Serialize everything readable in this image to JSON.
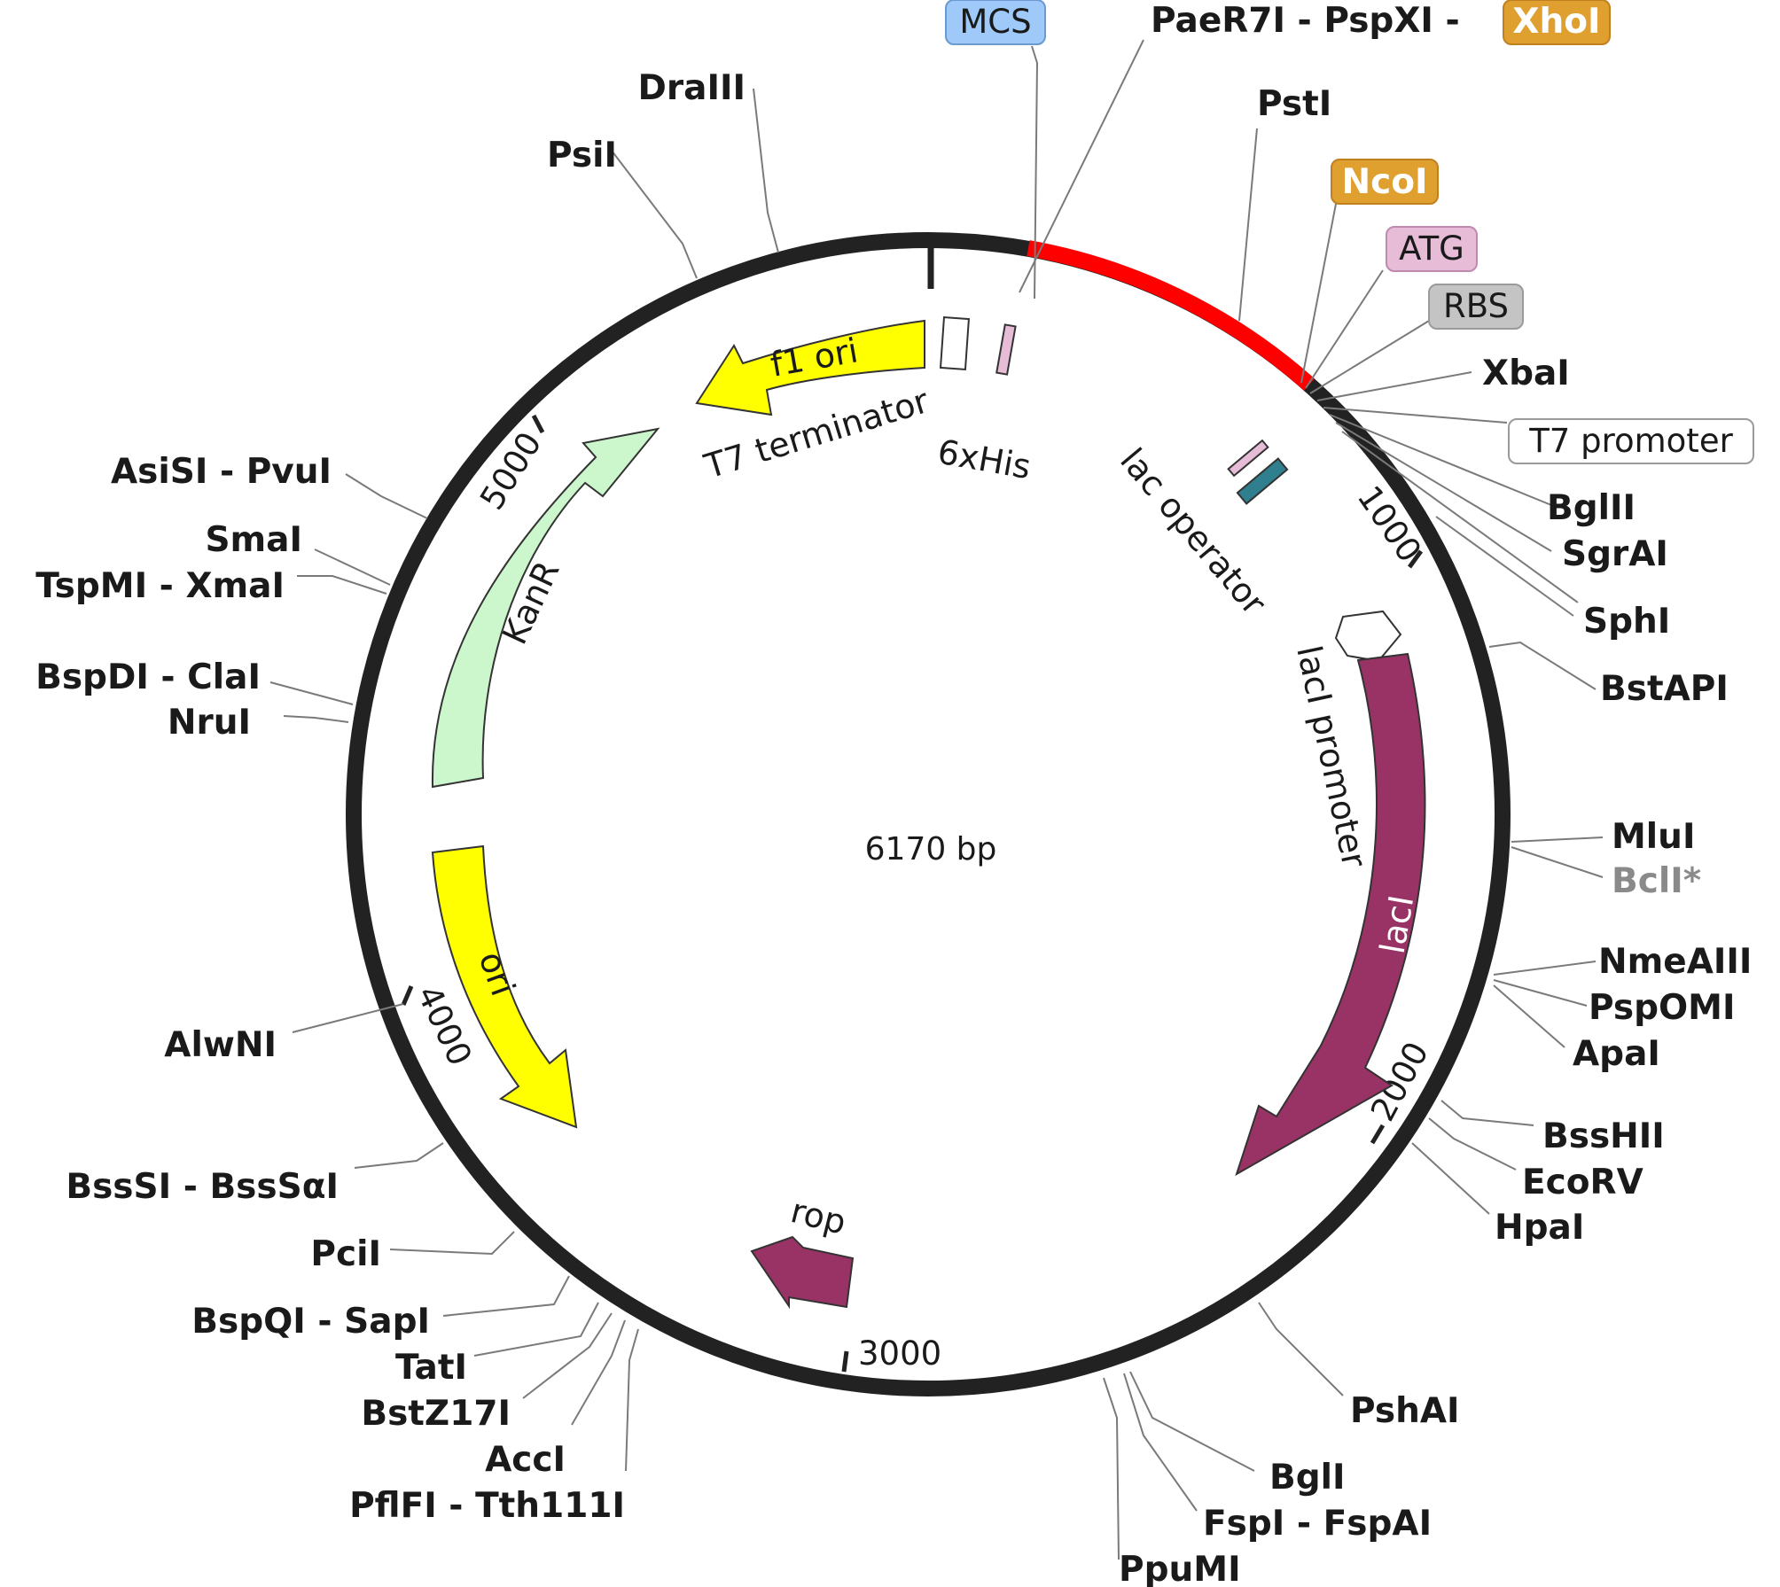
{
  "plasmid": {
    "size_label": "6170 bp",
    "ticks": [
      "1000",
      "2000",
      "3000",
      "4000",
      "5000"
    ]
  },
  "sites": {
    "xbaI": "XbaI",
    "bglII": "BglII",
    "sgrAI": "SgrAI",
    "sphI": "SphI",
    "bstAPI": "BstAPI",
    "mluI": "MluI",
    "bclI": "BclI*",
    "nmeAIII": "NmeAIII",
    "pspOMI": "PspOMI",
    "apaI": "ApaI",
    "bssHII": "BssHII",
    "ecoRV": "EcoRV",
    "hpaI": "HpaI",
    "pshAI": "PshAI",
    "bglI": "BglI",
    "fspI": "FspI - FspAI",
    "ppuMI": "PpuMI",
    "pflFI": "PflFI - Tth111I",
    "accI": "AccI",
    "bstZ17I": "BstZ17I",
    "tatI": "TatI",
    "bspQI": "BspQI - SapI",
    "pciI": "PciI",
    "bssSI": "BssSI - BssSαI",
    "alwNI": "AlwNI",
    "nruI": "NruI",
    "bspDI": "BspDI - ClaI",
    "tspMI": "TspMI - XmaI",
    "smaI": "SmaI",
    "asiSI": "AsiSI - PvuI",
    "psiI": "PsiI",
    "draIII": "DraIII",
    "paeR7I": "PaeR7I - PspXI -",
    "xhoI": "XhoI",
    "pstI": "PstI",
    "ncoI": "NcoI"
  },
  "badges": {
    "mcs": "MCS",
    "atg": "ATG",
    "rbs": "RBS",
    "t7_promoter": "T7 promoter"
  },
  "features": {
    "f1_ori": "f1 ori",
    "t7_terminator": "T7 terminator",
    "his_tag": "6xHis",
    "lac_operator": "lac operator",
    "laci_promoter": "lacI promoter",
    "laci": "lacI",
    "rop": "rop",
    "ori": "ori",
    "kanr": "KanR"
  },
  "colors": {
    "backbone": "#222222",
    "insert_region": "#ff0000",
    "f1_ori": "#ffff00",
    "ori": "#ffff00",
    "kanr": "#ccf7cc",
    "laci": "#993366",
    "rop": "#993366",
    "xhoI_badge": "#e0a030",
    "ncoI_badge": "#e0a030",
    "mcs_badge": "#9ec9f8",
    "atg_badge": "#e6bcd6",
    "rbs_badge": "#c4c4c4"
  }
}
